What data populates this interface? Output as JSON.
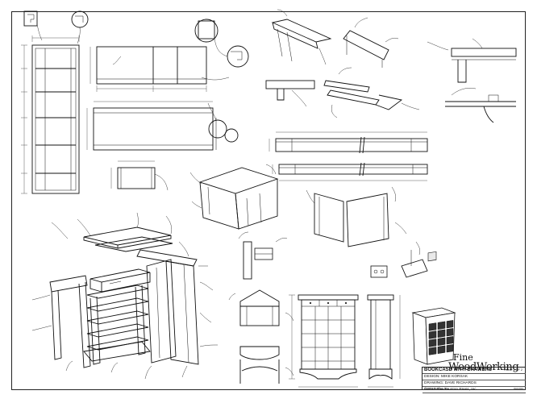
{
  "title_block": {
    "brand_line1": "Fine",
    "brand_line2": "WoodWorking",
    "title": "BOOKCASE WITH DRAWERS",
    "page": "PAGE 1 OF 2",
    "design": "DESIGN: MIKE KORSAK",
    "drawing": "DRAWING: DAVE RICHARDS",
    "copyright": "©2017 The Taunton Press, Inc.",
    "footer_left": "FineWoodworking.com",
    "footer_right": "#A11333"
  },
  "colors": {
    "line": "#111111",
    "paper": "#ffffff",
    "shade": "#e9e9e9"
  }
}
